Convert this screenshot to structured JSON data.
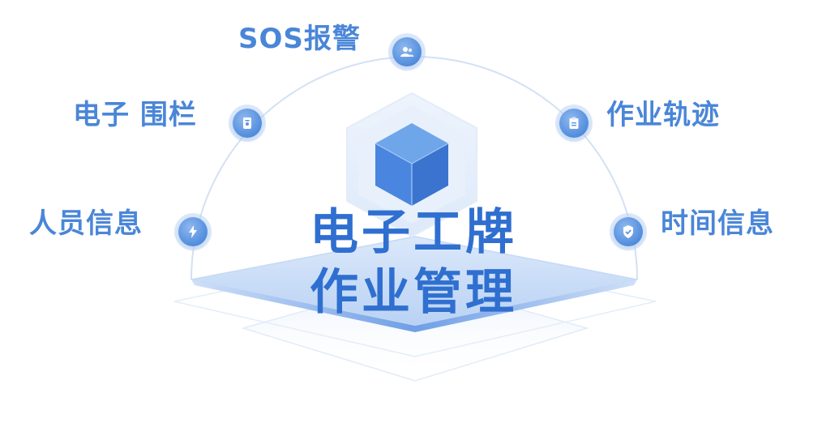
{
  "title": {
    "line1": "电子工牌",
    "line2": "作业管理"
  },
  "features": {
    "sos_alarm": "SOS报警",
    "electronic_fence": "电子 围栏",
    "personnel_info": "人员信息",
    "work_trajectory": "作业轨迹",
    "time_info": "时间信息"
  },
  "icons": {
    "sos_alarm": "users-icon",
    "electronic_fence": "badge-icon",
    "personnel_info": "bolt-icon",
    "work_trajectory": "clipboard-icon",
    "time_info": "shield-check-icon"
  },
  "colors": {
    "label_text": "#4a86d8",
    "title_text": "#2f6fd0",
    "cube_top": "#6fa6ea",
    "cube_left": "#4a86df",
    "cube_right": "#3a74cf",
    "platform": "#a9c8f3",
    "arc": "#d3e1f4"
  }
}
